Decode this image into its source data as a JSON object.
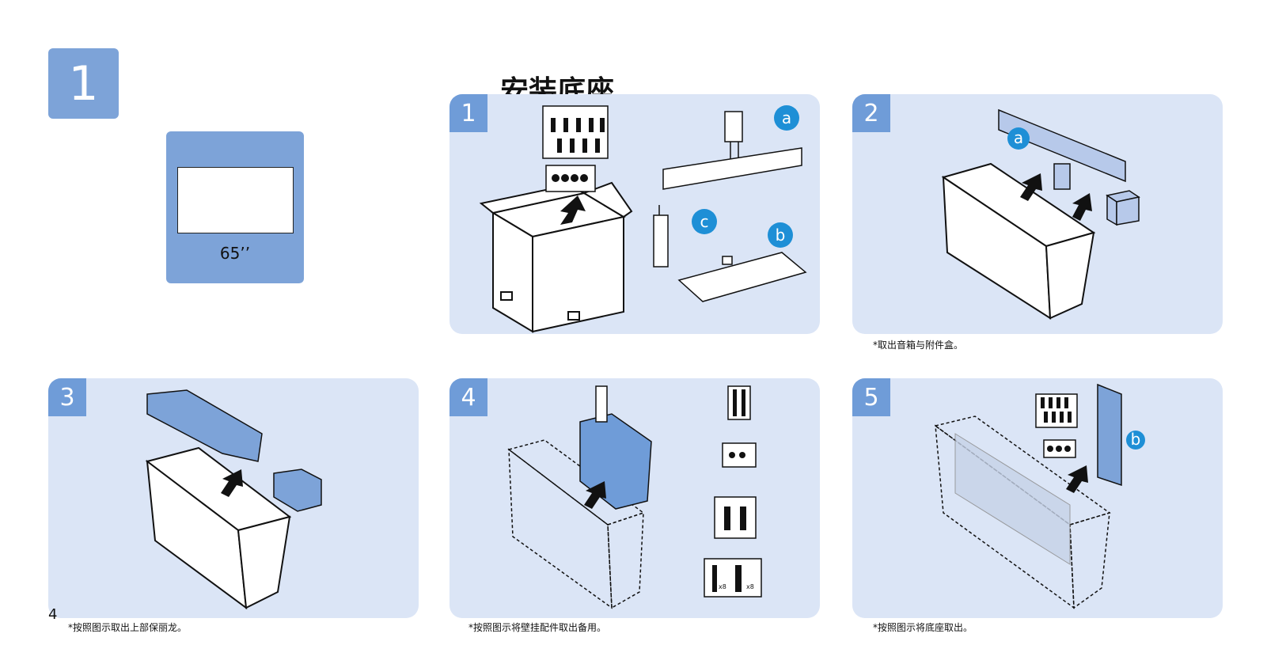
{
  "page": {
    "section_number": "1",
    "title": "安装底座",
    "tv_size": "65’’",
    "page_number": "4"
  },
  "steps": [
    {
      "number": "1",
      "caption": ""
    },
    {
      "number": "2",
      "caption": "*取出音箱与附件盒。"
    },
    {
      "number": "3",
      "caption": "*按照图示取出上部保丽龙。"
    },
    {
      "number": "4",
      "caption": "*按照图示将壁挂配件取出备用。"
    },
    {
      "number": "5",
      "caption": "*按照图示将底座取出。"
    }
  ],
  "part_labels": {
    "a": "a",
    "b": "b",
    "c": "c"
  },
  "screw_counts": {
    "x8_left": "x8",
    "x8_right": "x8"
  },
  "colors": {
    "accent_blue": "#7da3d8",
    "panel_bg": "#dbe5f6",
    "badge_blue": "#6f9cd8",
    "label_blue": "#1e8fd6",
    "foam_blue": "#6f9cd8"
  }
}
